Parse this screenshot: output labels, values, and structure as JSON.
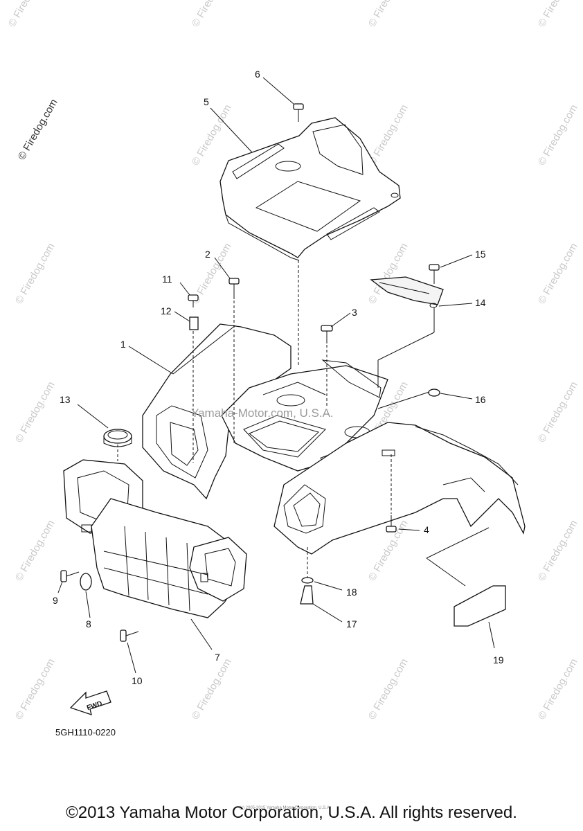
{
  "watermarks": {
    "corner_mark": "© Firedog.com",
    "repeat_mark": "© Firedog.com",
    "center_mark": "Yamaha-Motor.com, U.S.A."
  },
  "callouts": [
    "1",
    "2",
    "3",
    "4",
    "5",
    "6",
    "7",
    "8",
    "9",
    "10",
    "11",
    "12",
    "13",
    "14",
    "15",
    "16",
    "17",
    "18",
    "19"
  ],
  "arrow_label": "FWD",
  "diagram_code": "5GH1110-0220",
  "fine_print": "(c) 2005-2015 Yamaha Motor Corporation, U.S.A.",
  "copyright": "©2013 Yamaha Motor Corporation, U.S.A. All rights reserved."
}
